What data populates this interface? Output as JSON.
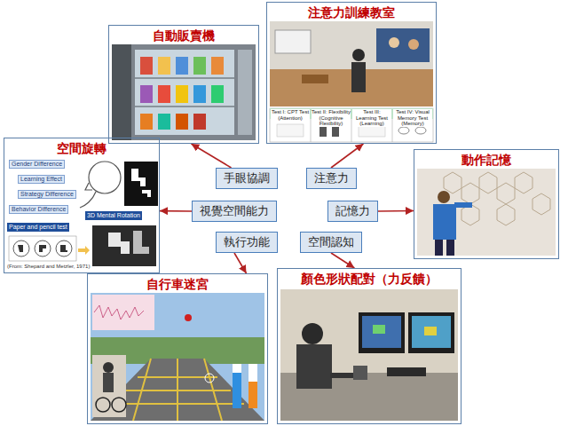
{
  "diagram": {
    "nodes": [
      {
        "text": [
          "自動販賣機"
        ]
      },
      {
        "text": [
          "注意力訓練教室"
        ]
      },
      {
        "text": [
          "空間旋轉"
        ]
      },
      {
        "text": [
          "手眼協調"
        ]
      },
      {
        "text": [
          "注意力"
        ]
      },
      {
        "text": [
          "視覺空間能力"
        ]
      },
      {
        "text": [
          "記憶力"
        ]
      },
      {
        "text": [
          "動作記憶"
        ]
      },
      {
        "text": [
          "執行功能"
        ]
      },
      {
        "text": [
          "空間認知"
        ]
      },
      {
        "text": [
          "自行車迷宮"
        ]
      },
      {
        "text": [
          "顏色形狀配對（力反饋）"
        ]
      }
    ],
    "edges": [
      {
        "from": 3,
        "to": 0,
        "arrow": "to"
      },
      {
        "from": 4,
        "to": 1,
        "arrow": "to"
      },
      {
        "from": 5,
        "to": 2,
        "arrow": "to"
      },
      {
        "from": 6,
        "to": 7,
        "arrow": "to"
      },
      {
        "from": 8,
        "to": 10,
        "arrow": "to"
      },
      {
        "from": 9,
        "to": 11,
        "arrow": "to"
      }
    ],
    "labels": [
      "Test I: CPT Test (Attention)",
      "Test II: Flexibility (Cognitive Flexibility)",
      "Test III: Learning Test (Learning)",
      "Test IV: Visual Memory Test (Memory)",
      "Gender Difference",
      "Learning Effect",
      "Strategy Difference",
      "Behavior Difference",
      "Paper and pencil test",
      "3D Mental Rotation",
      "(From: Shepard and Metzler, 1971)"
    ]
  }
}
